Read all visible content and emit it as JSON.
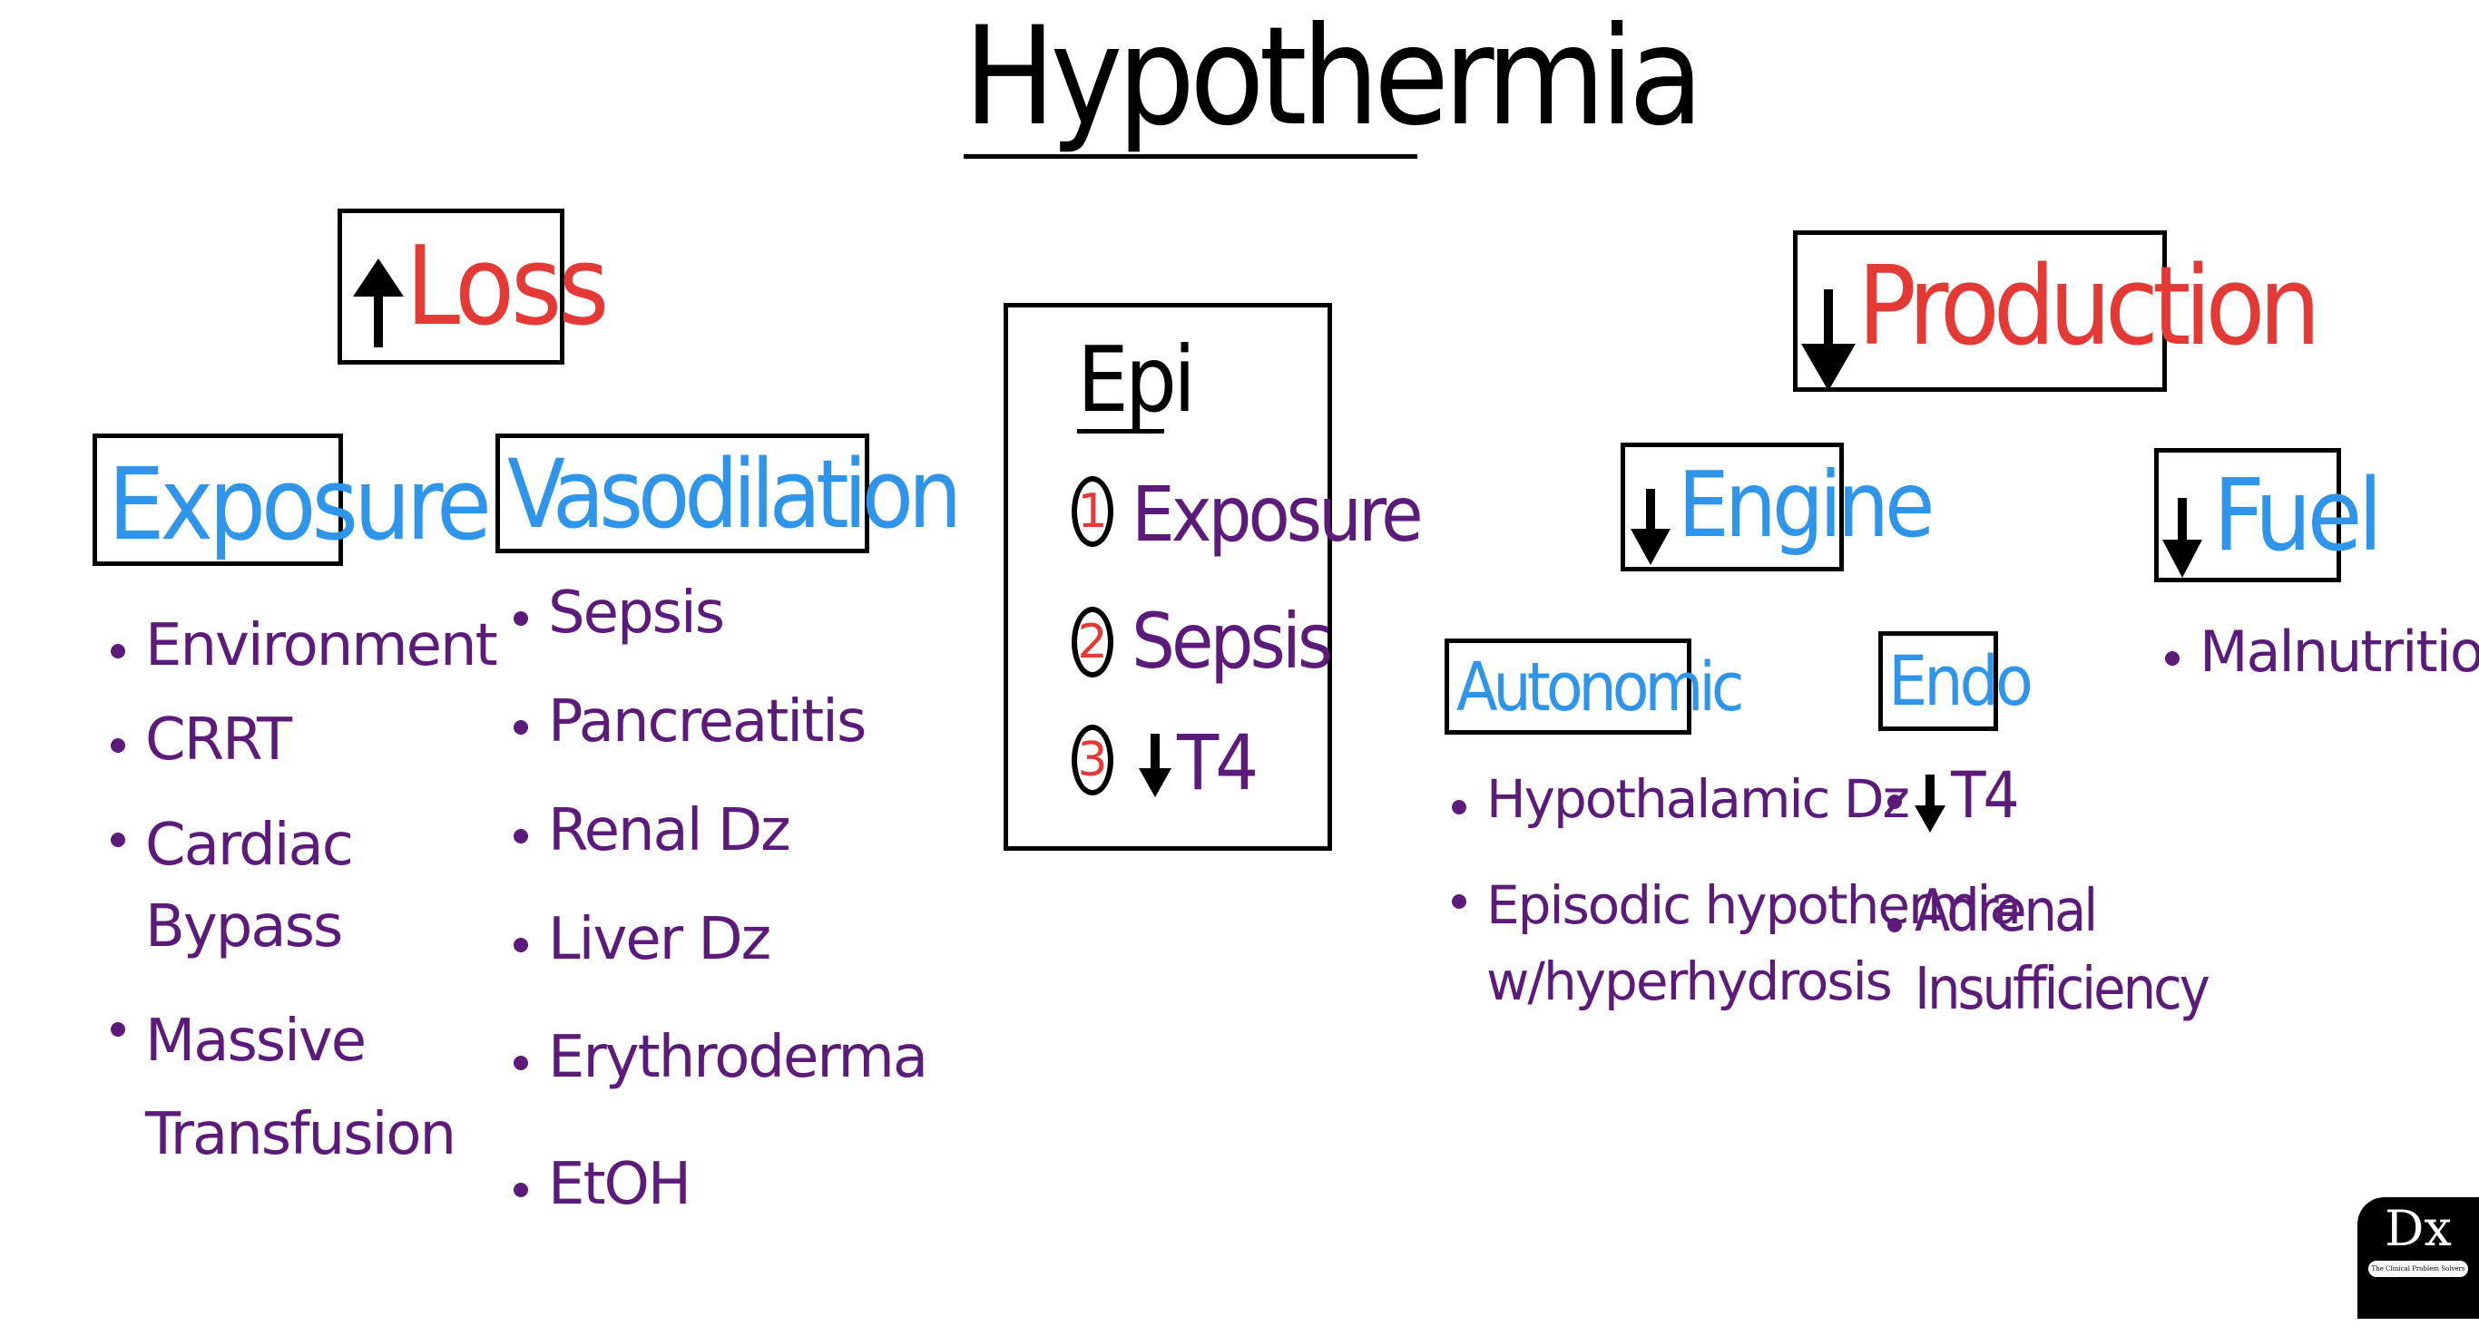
{
  "title": "Hypothermia",
  "loss": {
    "heading": "Loss",
    "categories": [
      {
        "label": "Exposure",
        "items": [
          "Environment",
          "CRRT",
          "Cardiac\nBypass",
          "Massive\nTransfusion"
        ]
      },
      {
        "label": "Vasodilation",
        "items": [
          "Sepsis",
          "Pancreatitis",
          "Renal Dz",
          "Liver Dz",
          "Erythroderma",
          "EtOH"
        ]
      }
    ]
  },
  "epi": {
    "heading": "Epi",
    "items": [
      {
        "num": "1",
        "text": "Exposure"
      },
      {
        "num": "2",
        "text": "Sepsis"
      },
      {
        "num": "3",
        "text": "T4"
      }
    ]
  },
  "production": {
    "heading": "Production",
    "engine": {
      "label": "Engine",
      "autonomic": {
        "label": "Autonomic",
        "items": [
          "Hypothalamic Dz",
          "Episodic hypothermia\nw/hyperhydrosis"
        ]
      },
      "endo": {
        "label": "Endo",
        "items": [
          "T4",
          "Adrenal\nInsufficiency"
        ]
      }
    },
    "fuel": {
      "label": "Fuel",
      "items": [
        "Malnutrition"
      ]
    }
  },
  "logo": {
    "text": "Dx",
    "subtitle": "The Clinical Problem Solvers"
  },
  "colors": {
    "category": "#2f95ea",
    "heading": "#e53935",
    "item": "#5c1a7a",
    "outline": "#000000"
  }
}
